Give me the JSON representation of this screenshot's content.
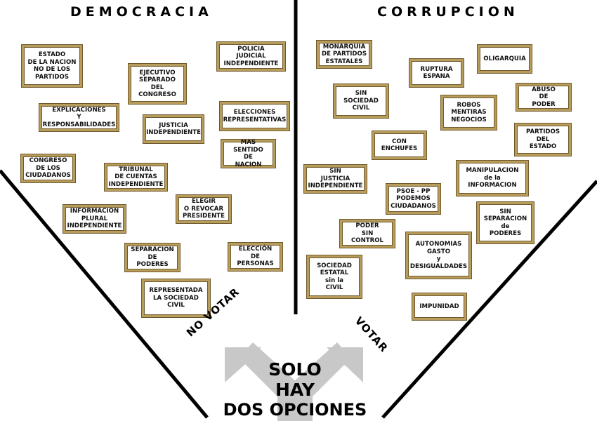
{
  "left_title": "DEMOCRACIA",
  "right_title": "CORRUPCION",
  "left_boxes": [
    "ESTADO\nDE LA NACION\nNO DE LOS\nPARTIDOS",
    "POLICIA\nJUDICIAL\nINDEPENDIENTE",
    "EJECUTIVO\nSEPARADO\nDEL\nCONGRESO",
    "EXPLICACIONES\nY\nRESPONSABILIDADES",
    "JUSTICIA\nINDEPENDIENTE",
    "ELECCIONES\nREPRESENTATIVAS",
    "MAS SENTIDO\nDE\nNACION",
    "CONGRESO\nDE LOS\nCIUDADANOS",
    "TRIBUNAL\nDE CUENTAS\nINDEPENDIENTE",
    "ELEGIR\nO REVOCAR\nPRESIDENTE",
    "INFORMACION\nPLURAL\nINDEPENDIENTE",
    "SEPARACION\nDE\nPODERES",
    "ELECCIÓN\nDE\nPERSONAS",
    "REPRESENTADA\nLA SOCIEDAD\nCIVIL"
  ],
  "right_boxes": [
    "MONARQUIA\nDE PARTIDOS\nESTATALES",
    "RUPTURA\nESPANA",
    "OLIGARQUIA",
    "SIN\nSOCIEDAD\nCIVIL",
    "ROBOS\nMENTIRAS\nNEGOCIOS",
    "ABUSO\nDE\nPODER",
    "CON\nENCHUFES",
    "PARTIDOS\nDEL\nESTADO",
    "SIN\nJUSTICIA\nINDEPENDIENTE",
    "MANIPULACION\nde la\nINFORMACION",
    "PSOE - PP\nPODEMOS\nCIUDADANOS",
    "SIN\nSEPARACION\nde\nPODERES",
    "PODER\nSIN\nCONTROL",
    "AUTONOMIAS\nGASTO\ny\nDESIGUALDADES",
    "SOCIEDAD\nESTATAL\nsin la\nCIVIL",
    "IMPUNIDAD"
  ],
  "no_votar_label": "NO VOTAR",
  "votar_label": "VOTAR",
  "center_text": [
    "SOLO",
    "HAY",
    "DOS OPCIONES"
  ],
  "colors": {
    "frame": "#b89c5c",
    "arrow": "#c8c8c8",
    "line": "#000000"
  }
}
